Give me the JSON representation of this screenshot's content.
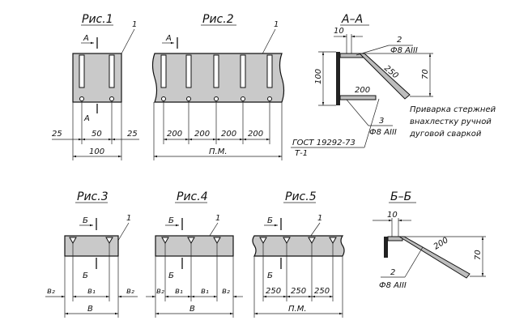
{
  "figures": {
    "fig1": {
      "caption": "Рис.1",
      "pos": "1",
      "section": "А",
      "dims": [
        "25",
        "50",
        "25",
        "100"
      ]
    },
    "fig2": {
      "caption": "Рис.2",
      "pos": "1",
      "section": "А",
      "dims": [
        "200",
        "200",
        "200",
        "200"
      ],
      "total": "П.М.",
      "gost": "ГОСТ 19292-73",
      "type": "Т-1"
    },
    "figAA": {
      "caption": "А–А",
      "dim_top": "10",
      "rod_top_pos": "2",
      "rod_top_spec": "Ф8 АIII",
      "rod_top_len": "250",
      "height_left": "100",
      "height_right": "70",
      "rod_bot_len": "200",
      "rod_bot_pos": "3",
      "rod_bot_spec": "Ф8 АIII",
      "note_lines": [
        "Приварка стержней",
        "внахлестку ручной",
        "дуговой сваркой"
      ]
    },
    "fig3": {
      "caption": "Рис.3",
      "pos": "1",
      "section": "Б",
      "dims": [
        "в₂",
        "в₁",
        "в₂"
      ],
      "total": "В"
    },
    "fig4": {
      "caption": "Рис.4",
      "pos": "1",
      "section": "Б",
      "dims": [
        "в₂",
        "в₁",
        "в₁",
        "в₂"
      ],
      "total": "В"
    },
    "fig5": {
      "caption": "Рис.5",
      "pos": "1",
      "section": "Б",
      "dims": [
        "250",
        "250",
        "250"
      ],
      "total": "П.М."
    },
    "figBB": {
      "caption": "Б–Б",
      "dim_top": "10",
      "rod_len": "200",
      "height": "70",
      "rod_pos": "2",
      "rod_spec": "Ф8 АIII"
    }
  }
}
